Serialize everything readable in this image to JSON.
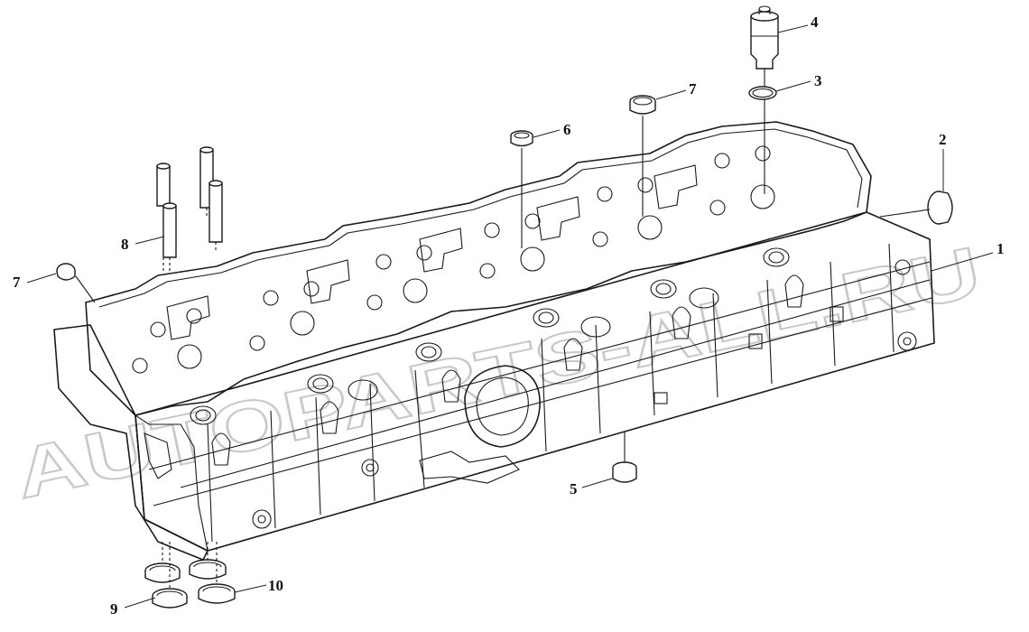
{
  "watermark": "AUTOPARTS-ALL.RU",
  "callouts": [
    "1",
    "2",
    "3",
    "4",
    "5",
    "6",
    "7",
    "7",
    "8",
    "9",
    "10"
  ]
}
